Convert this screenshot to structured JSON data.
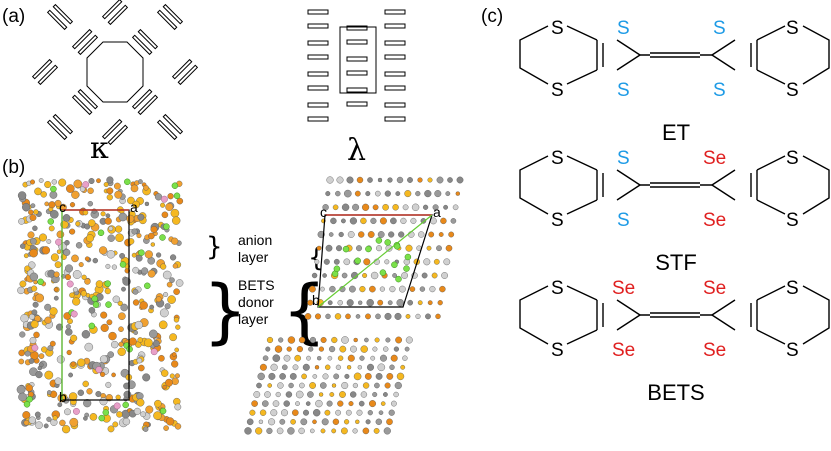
{
  "panels": {
    "a": "(a)",
    "b": "(b)",
    "c": "(c)"
  },
  "panel_a": {
    "kappa_label": "κ",
    "lambda_label": "λ"
  },
  "panel_b": {
    "left_axes": {
      "c": "c",
      "a": "a",
      "b": "b"
    },
    "right_axes": {
      "c": "c",
      "a": "a",
      "b": "b"
    },
    "anion_label_1": "anion",
    "anion_label_2": "layer",
    "donor_label_1": "BETS",
    "donor_label_2": "donor",
    "donor_label_3": "layer"
  },
  "molecules": [
    {
      "name": "ET",
      "left_outer_top": "S",
      "left_outer_bottom": "S",
      "left_inner_top": "S",
      "left_inner_bottom": "S",
      "right_inner_top": "S",
      "right_inner_bottom": "S",
      "right_outer_top": "S",
      "right_outer_bottom": "S"
    },
    {
      "name": "STF",
      "left_outer_top": "S",
      "left_outer_bottom": "S",
      "left_inner_top": "S",
      "left_inner_bottom": "S",
      "right_inner_top": "Se",
      "right_inner_bottom": "Se",
      "right_outer_top": "S",
      "right_outer_bottom": "S"
    },
    {
      "name": "BETS",
      "left_outer_top": "S",
      "left_outer_bottom": "S",
      "left_inner_top": "Se",
      "left_inner_bottom": "Se",
      "right_inner_top": "Se",
      "right_inner_bottom": "Se",
      "right_outer_top": "S",
      "right_outer_bottom": "S"
    }
  ],
  "colors": {
    "sulfur_inner": "#1e9be6",
    "selenium": "#e02020",
    "black": "#000000",
    "axis_a": "#c0392b",
    "axis_b": "#222222",
    "axis_c": "#66cc33"
  }
}
